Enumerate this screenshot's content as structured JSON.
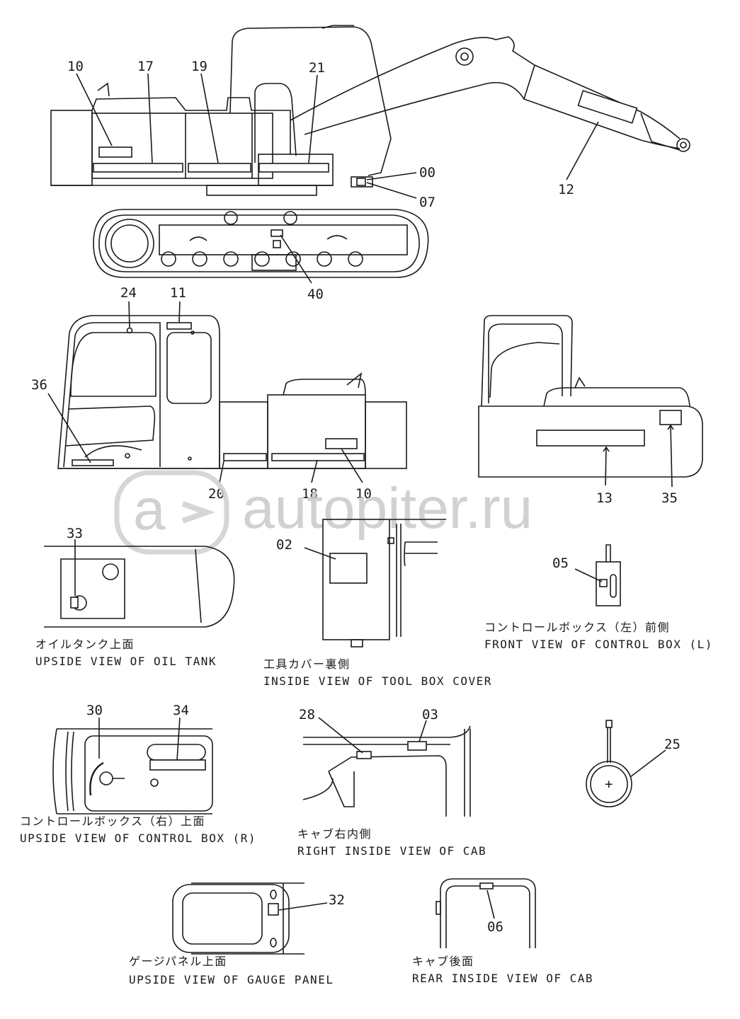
{
  "callouts": {
    "c10a": "10",
    "c17": "17",
    "c19": "19",
    "c21": "21",
    "c00": "00",
    "c07": "07",
    "c12": "12",
    "c40": "40",
    "c24": "24",
    "c11": "11",
    "c36": "36",
    "c20": "20",
    "c18": "18",
    "c10b": "10",
    "c13": "13",
    "c35": "35",
    "c33": "33",
    "c02": "02",
    "c05": "05",
    "c30": "30",
    "c34": "34",
    "c28": "28",
    "c03": "03",
    "c25": "25",
    "c32": "32",
    "c06": "06"
  },
  "views": {
    "oil_tank": {
      "jp": "オイルタンク上面",
      "en": "UPSIDE VIEW OF OIL TANK"
    },
    "tool_box": {
      "jp": "工具カバー裏側",
      "en": "INSIDE VIEW OF TOOL BOX COVER"
    },
    "control_box_l": {
      "jp": "コントロールボックス（左）前側",
      "en": "FRONT VIEW OF CONTROL BOX (L)"
    },
    "control_box_r": {
      "jp": "コントロールボックス（右）上面",
      "en": "UPSIDE VIEW OF CONTROL BOX (R)"
    },
    "cab_right": {
      "jp": "キャブ右内側",
      "en": "RIGHT INSIDE VIEW OF CAB"
    },
    "gauge_panel": {
      "jp": "ゲージパネル上面",
      "en": "UPSIDE VIEW OF GAUGE PANEL"
    },
    "cab_rear": {
      "jp": "キャブ後面",
      "en": "REAR INSIDE VIEW OF CAB"
    }
  },
  "watermark": "autopiter.ru",
  "battery_plus": "+"
}
